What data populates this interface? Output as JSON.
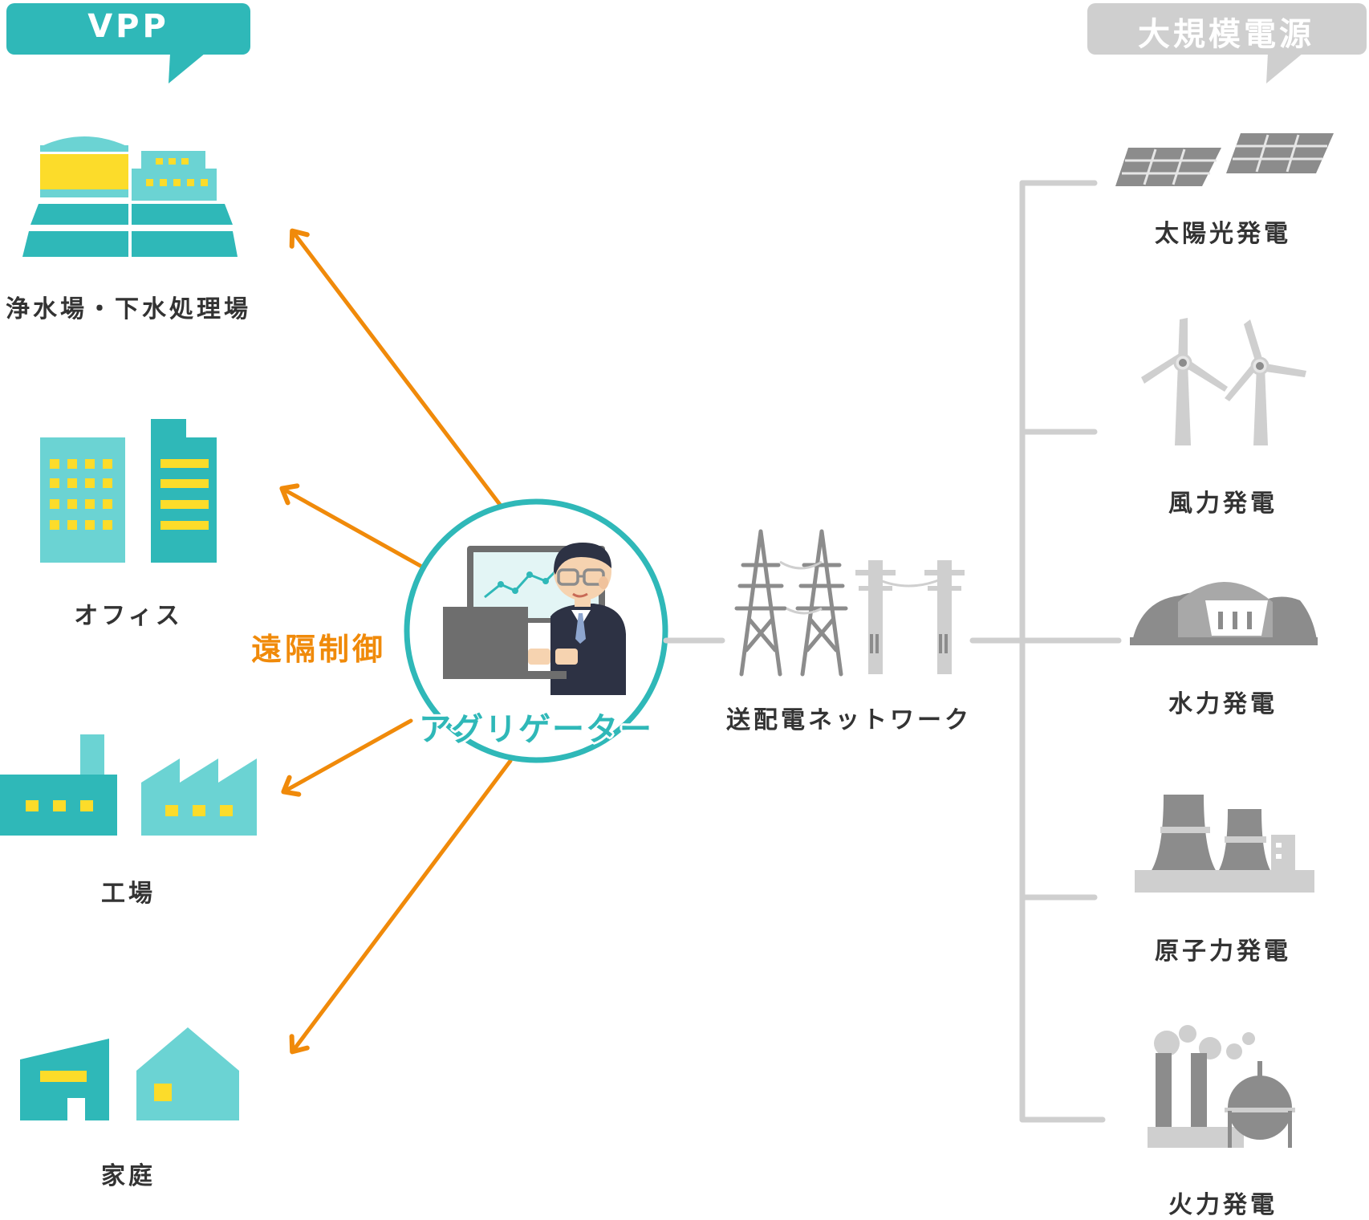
{
  "vpp": {
    "title": "VPP",
    "items": [
      {
        "label": "浄水場・下水処理場"
      },
      {
        "label": "オフィス"
      },
      {
        "label": "工場"
      },
      {
        "label": "家庭"
      }
    ]
  },
  "aggregator": {
    "label": "アグリゲーター",
    "control_label": "遠隔制御"
  },
  "network": {
    "label": "送配電ネットワーク"
  },
  "large_power": {
    "title": "大規模電源",
    "items": [
      {
        "label": "太陽光発電"
      },
      {
        "label": "風力発電"
      },
      {
        "label": "水力発電"
      },
      {
        "label": "原子力発電"
      },
      {
        "label": "火力発電"
      }
    ]
  },
  "colors": {
    "teal": "#2fb8b8",
    "light_teal": "#6bd3d3",
    "yellow": "#fcdc2a",
    "orange": "#f08a0a",
    "gray": "#cfcfcf",
    "dark_gray": "#8c8c8c"
  }
}
